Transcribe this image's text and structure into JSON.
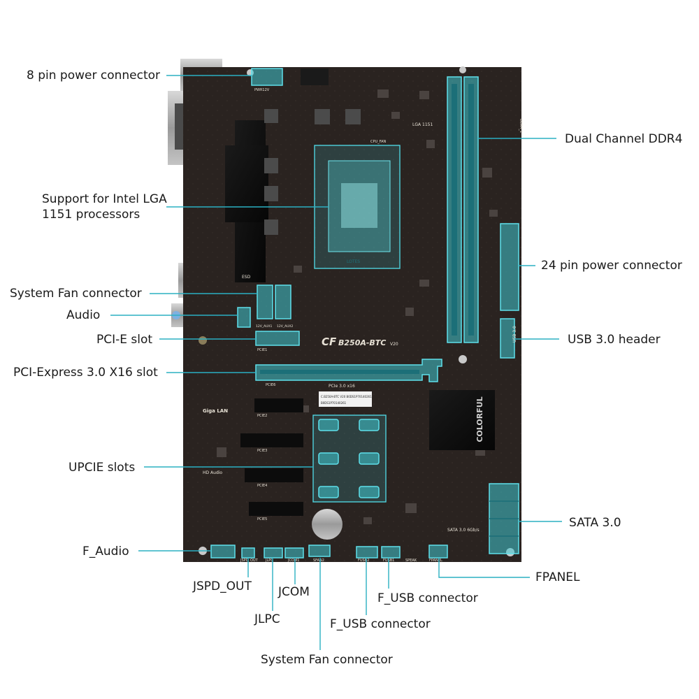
{
  "labels": {
    "power8": "8 pin power connector",
    "ddr4": "Dual Channel DDR4",
    "lga_line1": "Support for Intel LGA",
    "lga_line2": "1151 processors",
    "power24": "24 pin power connector",
    "sysfan_left": "System Fan connector",
    "audio": "Audio",
    "usb3header": "USB 3.0 header",
    "pcie_slot": "PCI-E slot",
    "pcie_x16": "PCI-Express 3.0 X16 slot",
    "upcie": "UPCIE slots",
    "sata": "SATA 3.0",
    "faudio": "F_Audio",
    "fpanel": "FPANEL",
    "jspd": "JSPD_OUT",
    "jcom": "JCOM",
    "fusb1": "F_USB connector",
    "jlpc": "JLPC",
    "fusb2": "F_USB connector",
    "sysfan_bottom": "System Fan connector"
  },
  "board_print": {
    "model_cf": "CF",
    "model": "B250A-BTC",
    "version": "V20",
    "socket": "LGA 1151",
    "brand": "COLORFUL",
    "gigalan": "Giga LAN",
    "hdaudio": "HD Audio",
    "pcie_x16_print": "PCIe 3.0 x16",
    "sata_print": "SATA 3.0 6Gb/s",
    "usb30_print": "USB 3.0",
    "fpanel_print": "FPANEL",
    "fusb1_print": "FUSB1",
    "fusb2_print": "FUSB2",
    "sysfan_print": "SFAN2",
    "jspd_print": "JSPD_OUT",
    "jlpc_print": "JLPC",
    "jcom_print": "JCOM1",
    "speak_print": "SPEAK",
    "cpu_fan_print": "CPU_FAN",
    "pwr12v_print": "PWR12V",
    "esd_print": "ESD",
    "lotes_print": "LOTES",
    "pcie1_print": "PCIE1",
    "pcie2_print": "PCIE2",
    "pcie3_print": "PCIE3",
    "pcie4_print": "PCIE4",
    "pcie5_print": "PCIE5",
    "pcie6_print": "PCIE6",
    "ddr4_print": "DDR4_1",
    "sfan1_print": "12V_AUX1",
    "sfan2_print": "12V_AUX2",
    "sticker_line1": "C.B250A-BTC V20 B0DS1P70140261",
    "sticker_line2": "B0DS1P70140261"
  },
  "colors": {
    "board": "#2a2320",
    "highlight": "#40c8d2",
    "callout": "#2bb0c2"
  }
}
